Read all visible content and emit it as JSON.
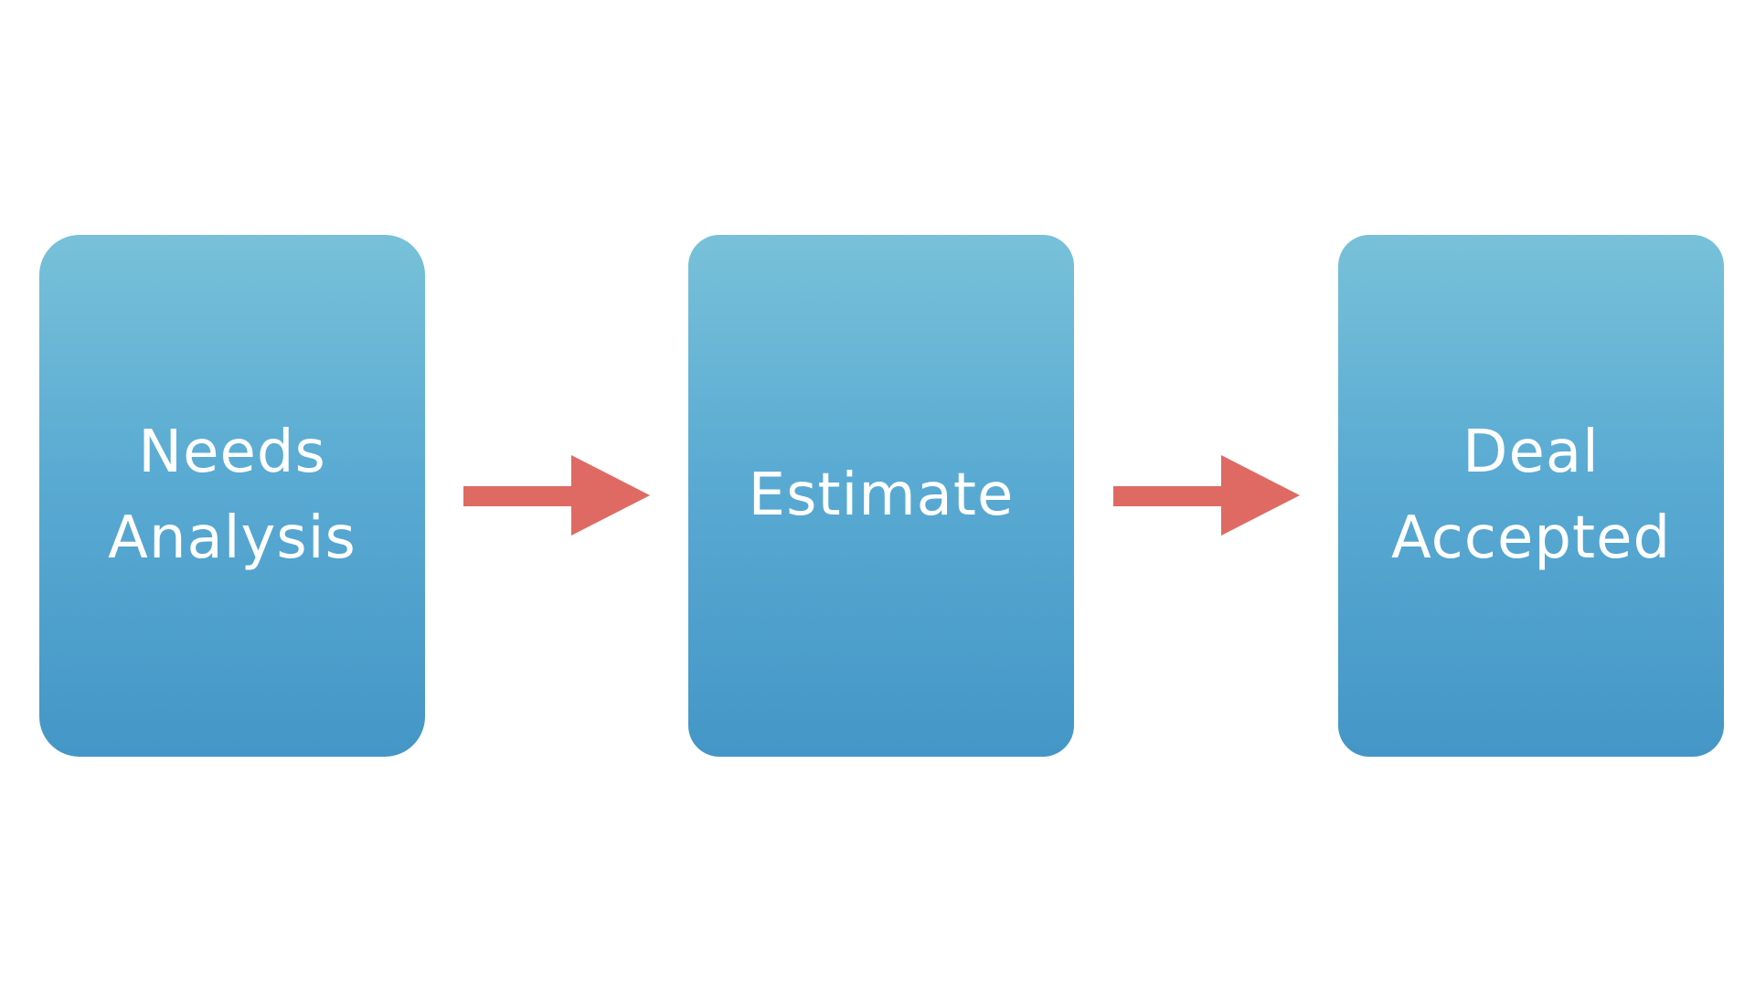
{
  "diagram": {
    "stages": [
      {
        "label": "Needs\nAnalysis"
      },
      {
        "label": "Estimate"
      },
      {
        "label": "Deal\nAccepted"
      }
    ],
    "arrows": [
      {
        "from": "Needs Analysis",
        "to": "Estimate"
      },
      {
        "from": "Estimate",
        "to": "Deal Accepted"
      }
    ]
  },
  "colors": {
    "box_top": "#78c1d9",
    "box_bottom": "#4496c6",
    "arrow": "#de6a63",
    "text": "#ffffff",
    "background": "#ffffff"
  }
}
